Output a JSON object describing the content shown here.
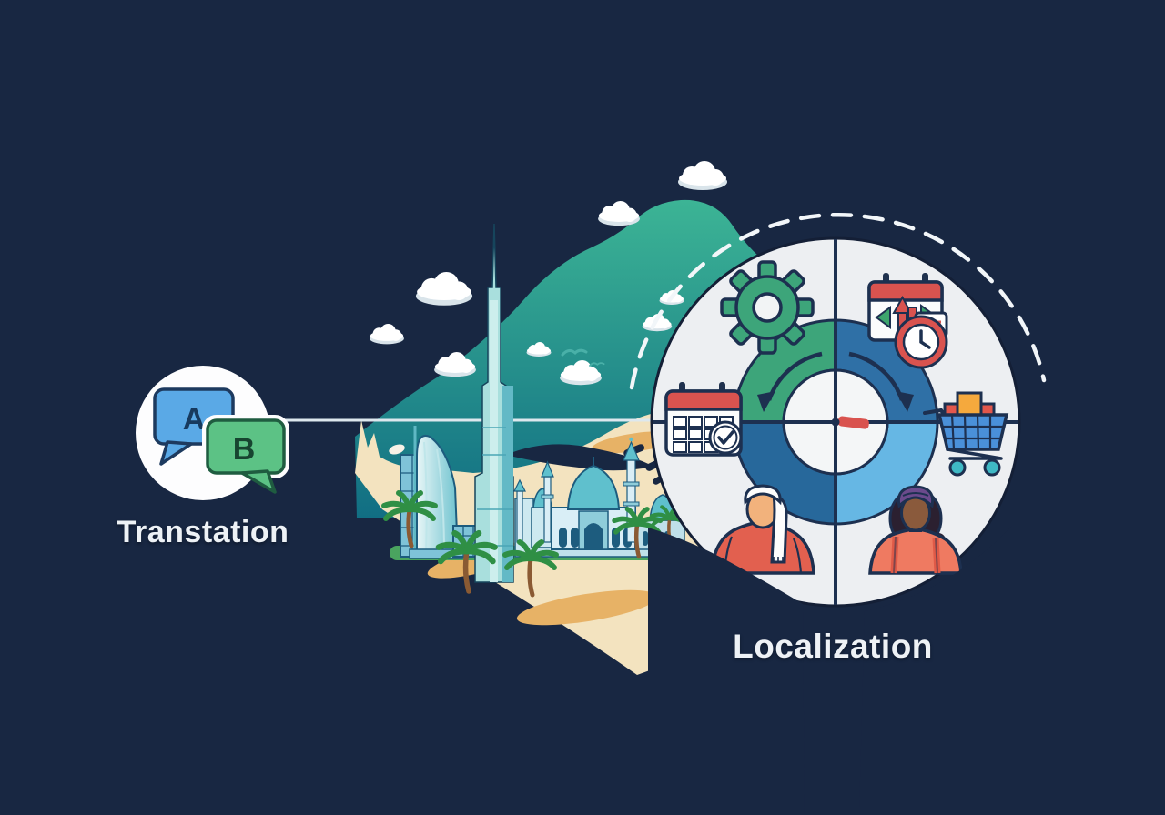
{
  "palette": {
    "background": "#182742",
    "outline": "#1d3050",
    "text": "#eef2f6",
    "circle_fill": "#edeff2",
    "teal_top": "#3cb495",
    "teal_bottom": "#116e83",
    "sand": "#f3e3bf",
    "sand_dark": "#e7b266",
    "quadrant_green": "#3da57a",
    "quadrant_blue": "#2f70a6",
    "quadrant_deep_blue": "#27689b",
    "quadrant_sky_blue": "#66b7e4",
    "red": "#d9534f",
    "coral": "#e2604f",
    "orange": "#f5a93d",
    "cart_blue": "#4a90d9",
    "bubble_blue": "#5aa9e6",
    "bubble_green": "#5cc285",
    "skin_light": "#f2b27c",
    "skin_dark": "#8a5a3c",
    "purple": "#6b4a8c",
    "palm_green": "#2f8f45",
    "wheel_teal": "#3fb9c5",
    "building_teal": "#a9dfdd",
    "mosque_light": "#d9eef6"
  },
  "translation": {
    "label": "Transtation",
    "bubble_a": "A",
    "bubble_b": "B"
  },
  "localization": {
    "label": "Localization"
  },
  "scene": {
    "icons": [
      "speech-bubbles-translate",
      "gear",
      "calendar-arrows-clock",
      "calendar-check",
      "shopping-cart",
      "clock-cycle",
      "arab-man",
      "arab-woman"
    ],
    "landmarks": [
      "uae-desert-map",
      "teal-mountains",
      "burj-khalifa",
      "burj-al-arab",
      "grand-mosque",
      "palm-trees",
      "clouds",
      "birds",
      "dashed-orbit-arc"
    ]
  }
}
